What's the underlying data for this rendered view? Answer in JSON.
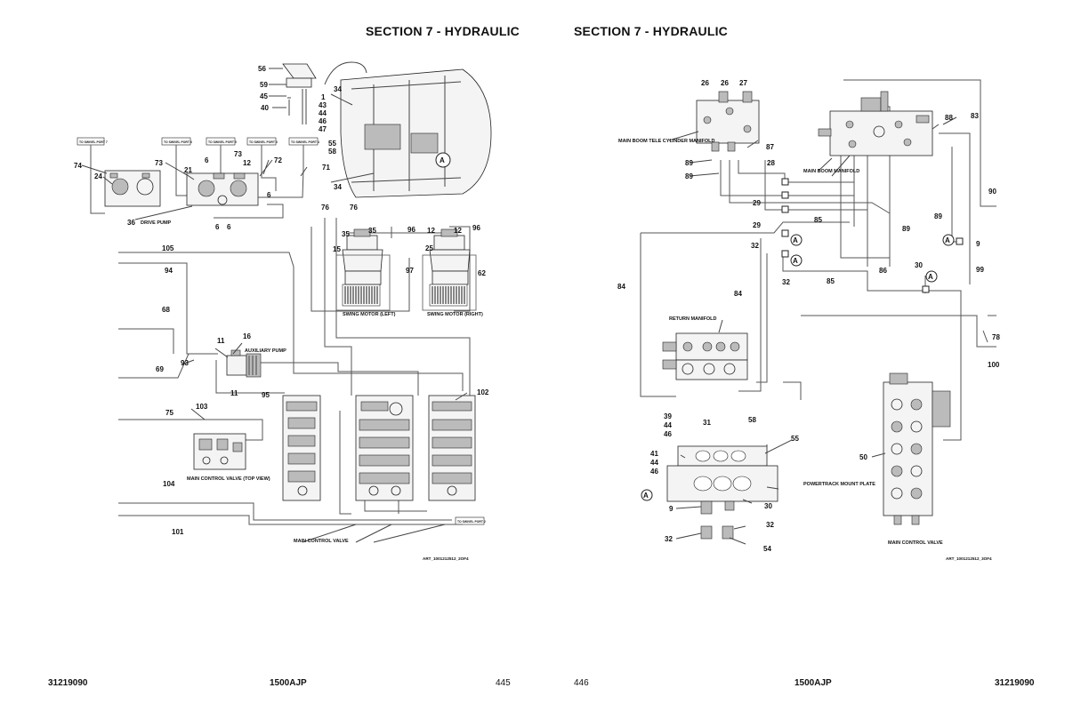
{
  "left_page": {
    "title": "SECTION 7 - HYDRAULIC",
    "footer_docnum": "31219090",
    "footer_model": "1500AJP",
    "page_number": "445",
    "art_code": "ART_1001212512_2OF4",
    "port_tags": [
      "TO SWIVEL PORT 7",
      "TO SWIVEL PORT 6",
      "TO SWIVEL PORT 5",
      "TO SWIVEL PORT 3",
      "TO SWIVEL PORT 4"
    ],
    "port_tag_bottom": "TO SWIVEL PORT 2",
    "labels": {
      "drive_pump": "DRIVE PUMP",
      "auxiliary_pump": "AUXILIARY PUMP",
      "swing_motor_left": "SWING MOTOR (LEFT)",
      "swing_motor_right": "SWING MOTOR (RIGHT)",
      "main_control_valve_top": "MAIN CONTROL VALVE (TOP VIEW)",
      "main_control_valve": "MAIN CONTROL VALVE"
    },
    "callouts": [
      "56",
      "59",
      "45",
      "40",
      "1",
      "43",
      "44",
      "46",
      "47",
      "55",
      "58",
      "34",
      "34",
      "74",
      "24",
      "73",
      "21",
      "6",
      "73",
      "12",
      "72",
      "71",
      "6",
      "6",
      "6",
      "36",
      "76",
      "76",
      "35",
      "35",
      "15",
      "96",
      "12",
      "25",
      "12",
      "96",
      "97",
      "62",
      "105",
      "94",
      "68",
      "11",
      "16",
      "93",
      "69",
      "11",
      "95",
      "75",
      "103",
      "102",
      "104",
      "101"
    ],
    "circle_ref": "A"
  },
  "right_page": {
    "title": "SECTION 7 - HYDRAULIC",
    "footer_docnum": "31219090",
    "footer_model": "1500AJP",
    "page_number": "446",
    "art_code": "ART_1001212512_3OF4",
    "labels": {
      "main_boom_tele": "MAIN BOOM TELE CYLINDER MANIFOLD",
      "main_boom_manifold": "MAIN BOOM MANIFOLD",
      "return_manifold": "RETURN MANIFOLD",
      "powertrack_mount_plate": "POWERTRACK MOUNT PLATE",
      "main_control_valve": "MAIN CONTROL VALVE"
    },
    "callouts": [
      "26",
      "26",
      "27",
      "88",
      "83",
      "87",
      "89",
      "89",
      "28",
      "29",
      "29",
      "85",
      "90",
      "89",
      "89",
      "32",
      "9",
      "32",
      "85",
      "86",
      "30",
      "99",
      "84",
      "84",
      "78",
      "100",
      "39",
      "44",
      "46",
      "31",
      "58",
      "55",
      "41",
      "44",
      "46",
      "30",
      "9",
      "32",
      "32",
      "54",
      "50"
    ],
    "circle_ref": "A"
  },
  "colors": {
    "ink": "#111111",
    "line": "#444444",
    "part_fill": "#f4f4f4"
  }
}
